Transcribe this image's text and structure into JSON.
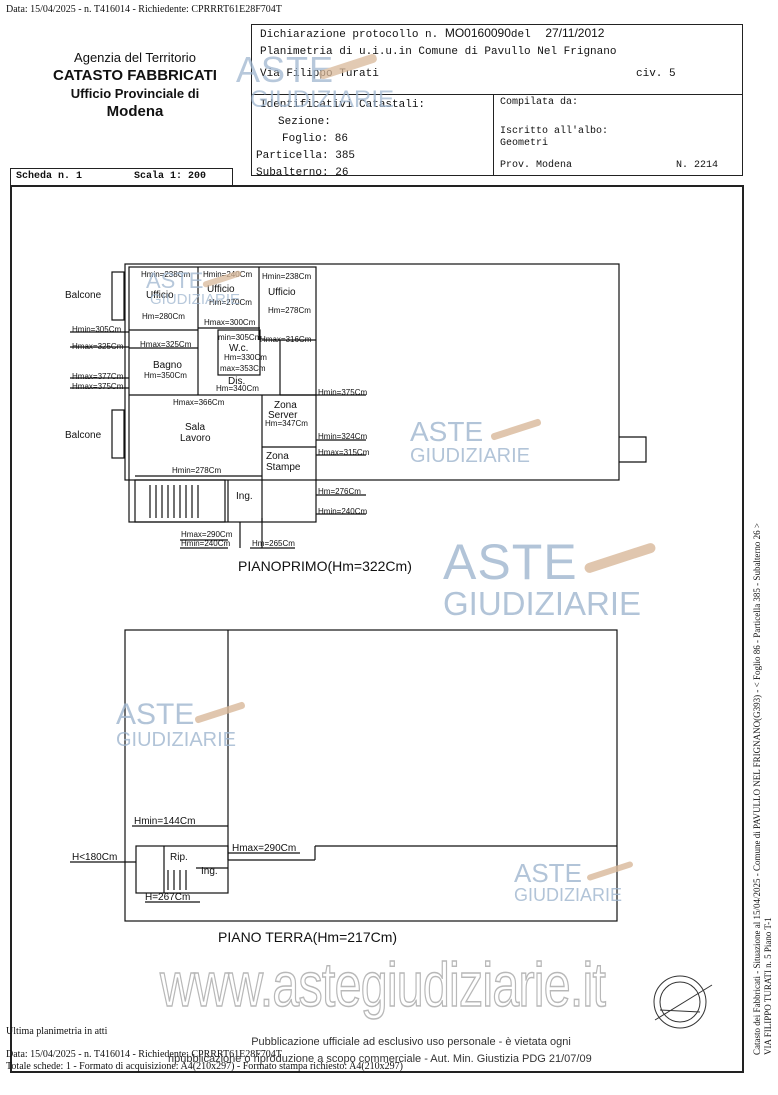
{
  "top_line": "Data: 15/04/2025 - n. T416014 - Richiedente: CPRRRT61E28F704T",
  "agency": {
    "line1": "Agenzia del Territorio",
    "line2": "CATASTO FABBRICATI",
    "line3": "Ufficio Provinciale di",
    "line4": "Modena"
  },
  "header": {
    "protocol_label": "Dichiarazione protocollo n.",
    "protocol_number": "MO0160090",
    "protocol_del": "del",
    "protocol_date": "27/11/2012",
    "line2": "Planimetria di u.i.u.in Comune di Pavullo Nel Frignano",
    "street": "Via Filippo Turati",
    "civ": "civ. 5",
    "ident_label": "Identificativi Catastali:",
    "sezione": "Sezione:",
    "foglio": "Foglio: 86",
    "particella": "Particella: 385",
    "subalterno": "Subalterno: 26",
    "compilata": "Compilata da:",
    "iscritto": "Iscritto all'albo:",
    "geometri": "Geometri",
    "prov": "Prov. Modena",
    "numero": "N. 2214"
  },
  "scheda": "Scheda n. 1",
  "scala": "Scala 1: 200",
  "watermarks": {
    "aste": "ASTE",
    "giudiziarie": "GIUDIZIARIE",
    "website": "www.astegiudiziarie.it"
  },
  "plan_first": {
    "title": "PIANOPRIMO(Hm=322Cm)",
    "labels": {
      "balcone1": "Balcone",
      "balcone2": "Balcone",
      "ufficio1": "Ufficio",
      "ufficio2": "Ufficio",
      "ufficio3": "Ufficio",
      "bagno": "Bagno",
      "wc": "W.c.",
      "dis": "Dis.",
      "sala1": "Sala",
      "sala2": "Lavoro",
      "server1": "Zona",
      "server2": "Server",
      "stampe1": "Zona",
      "stampe2": "Stampe",
      "ing": "Ing."
    },
    "dims": {
      "d1": "Hmin=238Cm",
      "d2": "Hmin=240Cm",
      "d3": "Hmin=238Cm",
      "d4": "Hm=270Cm",
      "d5": "Hm=280Cm",
      "d6": "Hmax=300Cm",
      "d7": "Hm=278Cm",
      "d8": "Hmin=305Cm",
      "d9": "Hmax=325Cm",
      "d10": "Hmax=325Cm",
      "d11": "min=305Cm",
      "d12": "Hmax=316Cm",
      "d13": "Hm=330Cm",
      "d14": "Hm=350Cm",
      "d15": "max=353Cm",
      "d16": "Hmax=377Cm",
      "d17": "Hmax=375Cm",
      "d18": "Hm=340Cm",
      "d19": "Hmin=375Cm",
      "d20": "Hmax=366Cm",
      "d21": "Hm=347Cm",
      "d22": "Hmin=324Cm",
      "d23": "Hmax=315Cm",
      "d24": "Hmin=278Cm",
      "d25": "Hm=276Cm",
      "d26": "Hmin=240Cm",
      "d27": "Hmax=290Cm",
      "d28": "Hmin=240Cm",
      "d29": "Hm=265Cm"
    }
  },
  "plan_ground": {
    "title": "PIANO TERRA(Hm=217Cm)",
    "dims": {
      "hmin": "Hmin=144Cm",
      "hlt": "H<180Cm",
      "hmax": "Hmax=290Cm",
      "h267": "H=267Cm"
    },
    "labels": {
      "rip": "Rip.",
      "ing": "Ing."
    }
  },
  "side_text": {
    "line1": "Catasto dei Fabbricati - Situazione al 15/04/2025 - Comune di PAVULLO NEL FRIGNANO(G393) - < Foglio 86 - Particella 385 - Subalterno 26 >",
    "line2": "VIA FILIPPO TURATI n. 5 Piano T-1"
  },
  "footer": {
    "ultima": "Ultima planimetria in atti",
    "pub1": "Pubblicazione ufficiale ad esclusivo uso personale - è vietata ogni",
    "pub2": "ripubblicazione o riproduzione a scopo commerciale - Aut. Min. Giustizia PDG 21/07/09",
    "data": "Data: 15/04/2025 - n. T416014 - Richiedente: CPRRRT61E28F704T",
    "schede": "Totale schede: 1 - Formato di acquisizione: A4(210x297) - Formato stampa richiesto: A4(210x297)"
  },
  "colors": {
    "watermark": "#9fb6cf",
    "hammer": "#d9b99a",
    "ink": "#111111"
  }
}
